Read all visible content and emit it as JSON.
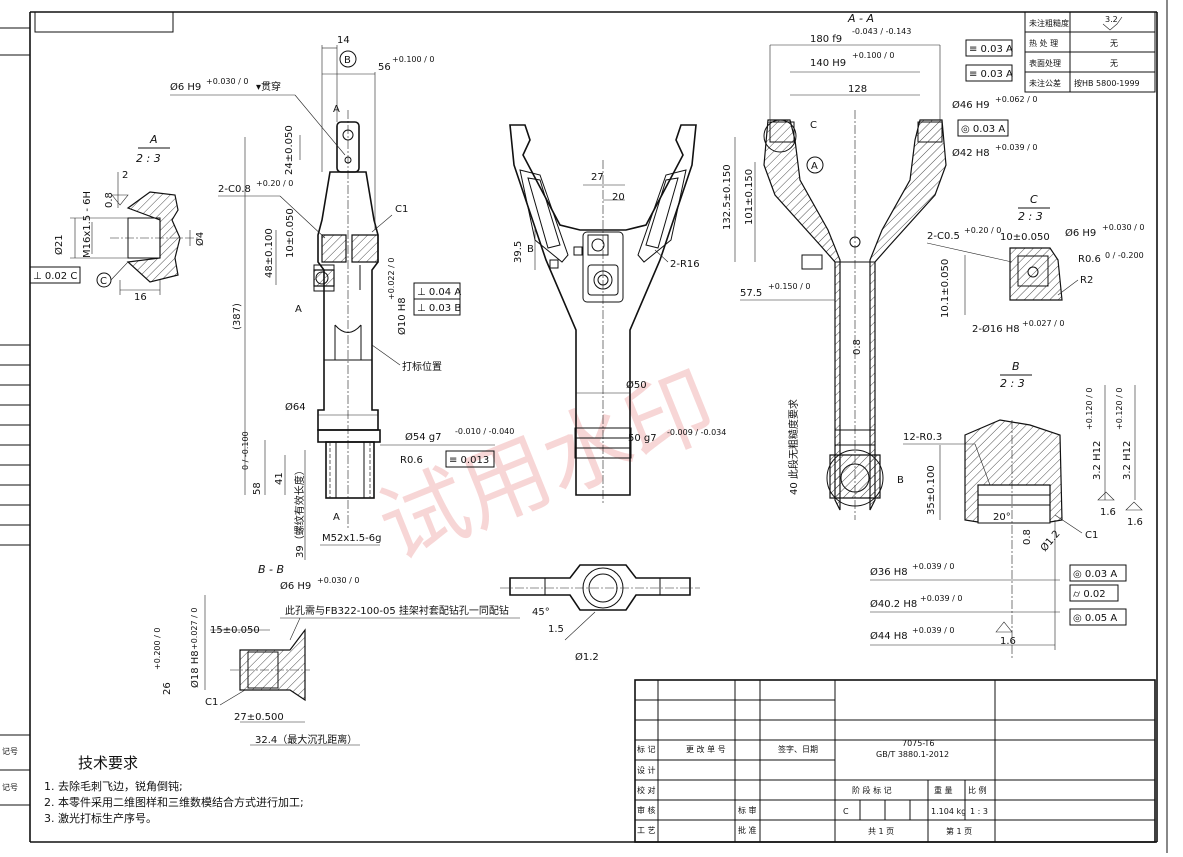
{
  "watermark": "试用水印",
  "top_right_table": [
    {
      "label": "未注粗糙度",
      "value": "3.2"
    },
    {
      "label": "热 处 理",
      "value": "无"
    },
    {
      "label": "表面处理",
      "value": "无"
    },
    {
      "label": "未注公差",
      "value": "按HB 5800-1999"
    }
  ],
  "views": {
    "detail_a_label": "A",
    "detail_a_scale": "2 : 3",
    "section_aa_label": "A - A",
    "detail_c_label": "C",
    "detail_c_scale": "2 : 3",
    "detail_b_label": "B",
    "detail_b_scale": "2 : 3",
    "section_bb_label": "B - B"
  },
  "detail_a_dims": {
    "m16": "M16x1.5 - 6H",
    "d21": "Ø21",
    "d4": "Ø4",
    "v08": "0.8",
    "v2": "2",
    "v16": "16",
    "perp": "⊥ 0.02 C",
    "datum_c": "C"
  },
  "main_view_dims": {
    "d14": "14",
    "b": "B",
    "d56": "56",
    "d56_tol": "+0.100 / 0",
    "d6h9": "Ø6 H9",
    "d6h9_tol": "+0.030 / 0",
    "through": "▾贯穿",
    "a_top": "A",
    "d24": "24±0.050",
    "chamfer": "2-C0.8",
    "chamfer_tol": "+0.20 / 0",
    "c1": "C1",
    "d10": "10±0.050",
    "d48": "48±0.100",
    "d387": "(387)",
    "a_side": "A",
    "d10h8": "Ø10 H8",
    "d10h8_tol": "+0.022 / 0",
    "gtol1": "⊥ 0.04 A",
    "gtol2": "⊥ 0.03 B",
    "mark_pos": "打标位置",
    "d64": "Ø64",
    "d54g7": "Ø54 g7",
    "d54g7_tol": "-0.010 / -0.040",
    "gtol3": "≡ 0.013",
    "r06": "R0.6",
    "d58": "58",
    "d58_tol": "0 / -0.100",
    "d41": "41",
    "thread_len": "(螺纹有效长度)",
    "d39": "39（螺纹有效长度）",
    "a_bot": "A",
    "m52": "M52x1.5-6g"
  },
  "front_view_dims": {
    "d27": "27",
    "d20": "20",
    "b": "B",
    "d395": "39.5",
    "r16": "2-R16",
    "d50": "Ø50",
    "d50g7": "50 g7",
    "d50g7_tol": "-0.009 / -0.034"
  },
  "section_aa_dims": {
    "d180": "180 f9",
    "d180_tol": "-0.043 / -0.143",
    "d140": "140 H9",
    "d140_tol": "+0.100 / 0",
    "gtol_a": "≡ 0.03 A",
    "gtol_b": "≡ 0.03 A",
    "d128": "128",
    "d46": "Ø46 H9",
    "d46_tol": "+0.062 / 0",
    "gtol_c": "◎ 0.03 A",
    "d42": "Ø42 H8",
    "d42_tol": "+0.039 / 0",
    "c": "C",
    "a": "A",
    "d1325": "132.5±0.150",
    "d101": "101±0.150",
    "d575": "57.5",
    "d575_tol": "+0.150 / 0",
    "d08": "0.8",
    "d40": "40 此段无粗糙度要求",
    "b": "B"
  },
  "detail_c_dims": {
    "chamfer": "2-C0.5",
    "chamfer_tol": "+0.20 / 0",
    "d10": "10±0.050",
    "d6h9": "Ø6 H9",
    "d6h9_tol": "+0.030 / 0",
    "r06": "R0.6",
    "r06_tol": "0 / -0.200",
    "r2": "R2",
    "d101": "10.1±0.050",
    "d16h8": "2-Ø16 H8",
    "d16h8_tol": "+0.027 / 0"
  },
  "detail_b_dims": {
    "r03": "12-R0.3",
    "d35": "35±0.100",
    "d32a": "3.2 H12",
    "d32a_tol": "+0.120 / 0",
    "d32b": "3.2 H12",
    "d32b_tol": "+0.120 / 0",
    "ra16a": "1.6",
    "ra16b": "1.6",
    "a20": "20°",
    "d08": "0.8",
    "d12": "Ø1.2",
    "c1": "C1",
    "d36": "Ø36 H8",
    "d36_tol": "+0.039 / 0",
    "d402": "Ø40.2 H8",
    "d402_tol": "+0.039 / 0",
    "d44": "Ø44 H8",
    "d44_tol": "+0.039 / 0",
    "gtol1": "◎ 0.03 A",
    "gtol2": "⌭ 0.02",
    "gtol3": "◎ 0.05 A",
    "ra16c": "1.6"
  },
  "section_bb_dims": {
    "d6h9": "Ø6 H9",
    "d6h9_tol": "+0.030 / 0",
    "note": "此孔需与FB322-100-05 挂架衬套配钻孔一同配钻",
    "d15": "15±0.050",
    "d26": "26",
    "d26_tol": "+0.200 / 0",
    "d18h8": "Ø18 H8",
    "d18h8_tol": "+0.027 / 0",
    "c1": "C1",
    "d27": "27±0.500",
    "d324": "32.4（最大沉孔距离）"
  },
  "top_view_dims": {
    "a45": "45°",
    "d15": "1.5",
    "d12": "Ø1.2"
  },
  "tech_req": {
    "heading": "技术要求",
    "items": [
      "1.  去除毛刺飞边，锐角倒钝;",
      "2.  本零件采用二维图样和三维数模结合方式进行加工;",
      "3.  激光打标生产序号。"
    ]
  },
  "title_block": {
    "mark": "标 记",
    "change_no": "更 改 单 号",
    "sign_date": "签字、日期",
    "material": "7075-T6",
    "standard": "GB/T 3880.1-2012",
    "design": "设 计",
    "check": "校 对",
    "review": "审 核",
    "process": "工 艺",
    "std_check": "标 审",
    "approve": "批 准",
    "stage": "阶 段 标 记",
    "stage_val": "C",
    "weight": "重 量",
    "weight_val": "1.104 kg",
    "scale": "比 例",
    "scale_val": "1 : 3",
    "sheets": "共 1 页",
    "sheet": "第 1 页"
  },
  "left_margin": {
    "mark1": "记号",
    "mark2": "记号"
  }
}
